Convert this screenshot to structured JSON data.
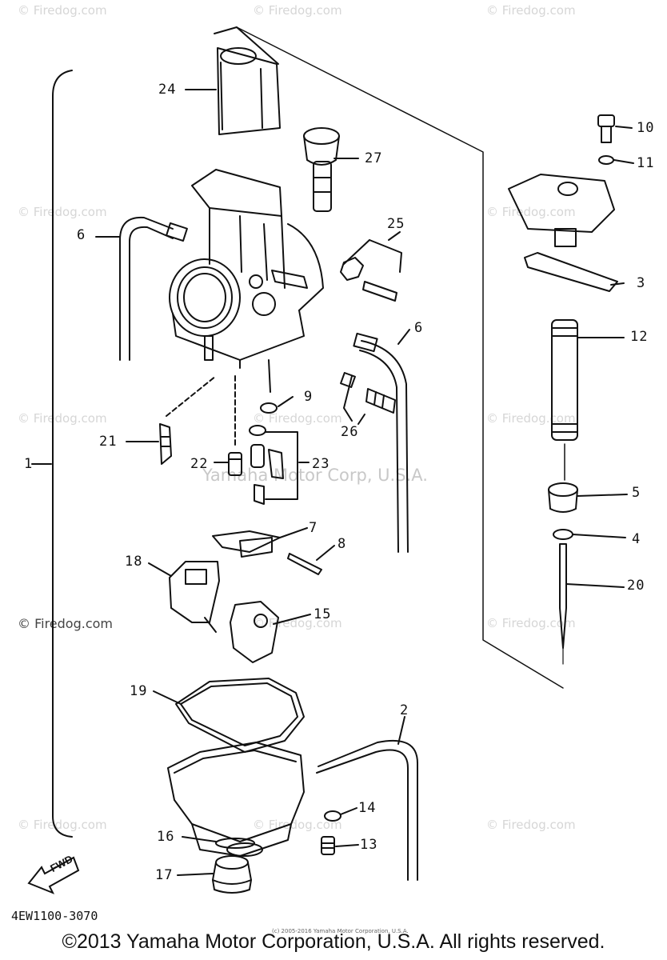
{
  "watermark_text": "© Firedog.com",
  "center_watermark": "Yamaha Motor Corp, U.S.A.",
  "part_code": "4EW1100-3070",
  "fwd_label": "FWD",
  "tiny_note": "(c) 2005-2016 Yamaha Motor Corporation, U.S.A.",
  "copyright": "©2013 Yamaha Motor Corporation, U.S.A. All rights reserved.",
  "callouts": {
    "c1": "1",
    "c2": "2",
    "c3": "3",
    "c4": "4",
    "c5": "5",
    "c6a": "6",
    "c6b": "6",
    "c7": "7",
    "c8": "8",
    "c9": "9",
    "c10": "10",
    "c11": "11",
    "c12": "12",
    "c13": "13",
    "c14": "14",
    "c15": "15",
    "c16": "16",
    "c17": "17",
    "c18": "18",
    "c19": "19",
    "c20": "20",
    "c21": "21",
    "c22": "22",
    "c23": "23",
    "c24": "24",
    "c25": "25",
    "c26": "26",
    "c27": "27"
  }
}
